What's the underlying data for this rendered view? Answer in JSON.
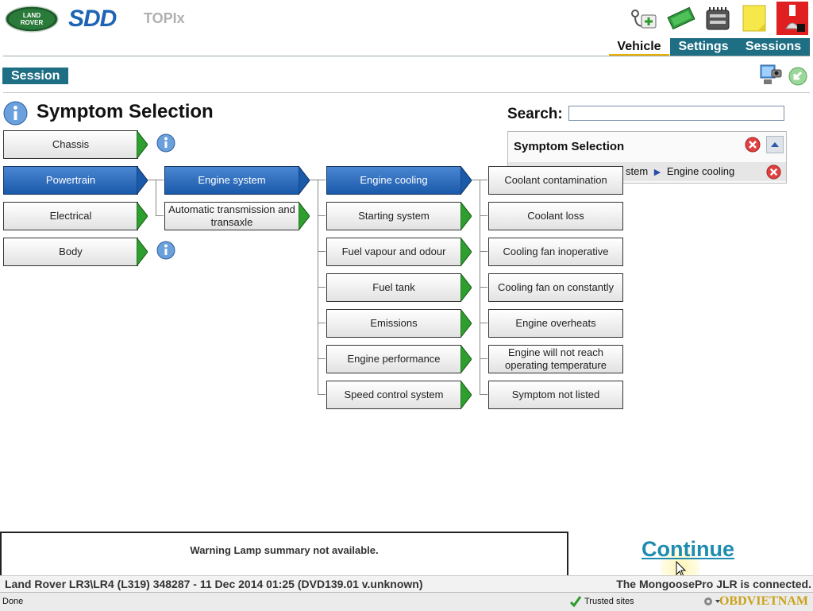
{
  "header": {
    "brand_logo_text": "LAND ROVER",
    "app_name": "SDD",
    "module_name": "TOPIx",
    "tabs": [
      {
        "label": "Vehicle",
        "active": true
      },
      {
        "label": "Settings",
        "active": false
      },
      {
        "label": "Sessions",
        "active": false
      }
    ],
    "session_label": "Session",
    "icons": [
      "stethoscope-kit-icon",
      "green-notes-icon",
      "recorder-icon",
      "sticky-note-icon",
      "emergency-stop-icon"
    ]
  },
  "page": {
    "title": "Symptom Selection",
    "search_label": "Search:",
    "search_value": ""
  },
  "panel": {
    "title": "Symptom Selection",
    "crumb_partial": "stem",
    "crumb_current": "Engine cooling"
  },
  "tree": {
    "level1": [
      {
        "label": "Chassis",
        "selected": false,
        "info": true
      },
      {
        "label": "Powertrain",
        "selected": true,
        "info": false
      },
      {
        "label": "Electrical",
        "selected": false,
        "info": false
      },
      {
        "label": "Body",
        "selected": false,
        "info": true
      }
    ],
    "level2": [
      {
        "label": "Engine system",
        "selected": true
      },
      {
        "label": "Automatic transmission and transaxle",
        "selected": false
      }
    ],
    "level3": [
      {
        "label": "Engine cooling",
        "selected": true
      },
      {
        "label": "Starting system",
        "selected": false
      },
      {
        "label": "Fuel vapour and odour",
        "selected": false
      },
      {
        "label": "Fuel tank",
        "selected": false
      },
      {
        "label": "Emissions",
        "selected": false
      },
      {
        "label": "Engine performance",
        "selected": false
      },
      {
        "label": "Speed control system",
        "selected": false
      }
    ],
    "level4": [
      {
        "label": "Coolant contamination"
      },
      {
        "label": "Coolant loss"
      },
      {
        "label": "Cooling fan inoperative"
      },
      {
        "label": "Cooling fan on constantly"
      },
      {
        "label": "Engine overheats"
      },
      {
        "label": "Engine will not reach operating temperature"
      },
      {
        "label": "Symptom not listed"
      }
    ]
  },
  "footer": {
    "warning": "Warning Lamp summary not available.",
    "continue": "Continue",
    "vehicle_info": "Land Rover LR3\\LR4 (L319) 348287 - 11 Dec 2014 01:25 (DVD139.01 v.unknown)",
    "connection": "The MongoosePro JLR is connected.",
    "ie_status": "Done",
    "ie_zone": "Trusted sites",
    "watermark": "OBDVIETNAM"
  },
  "colors": {
    "accent": "#1e6e84",
    "selected": "#1a5aaa",
    "arrow": "#2e9e2e",
    "link": "#1e8cb0"
  }
}
